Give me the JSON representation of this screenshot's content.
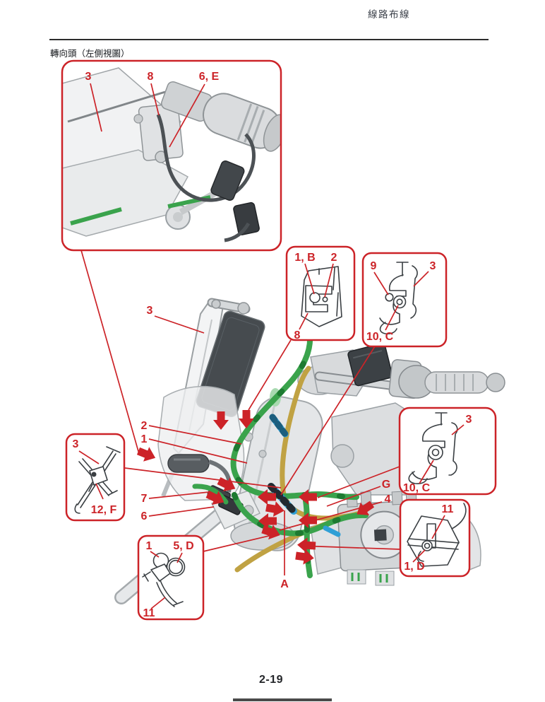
{
  "page": {
    "header_title": "線路布線",
    "section_title": "轉向頭（左側視圖）",
    "page_number": "2-19"
  },
  "colors": {
    "callout_red": "#cc2328",
    "cable_green": "#3aa34c",
    "cable_yellow": "#c0a243",
    "cable_blue": "#2f9fd6"
  },
  "callouts": {
    "top_detail": {
      "part_3": "3",
      "part_8": "8",
      "part_6e": "6, E"
    },
    "clamp_detail": {
      "part_1b": "1, B",
      "part_2": "2",
      "part_8": "8"
    },
    "hook_detail_upper": {
      "part_9": "9",
      "part_3": "3",
      "part_10c": "10, C"
    },
    "stay_detail": {
      "part_3": "3",
      "part_12f": "12, F"
    },
    "hook_detail_right": {
      "part_3": "3",
      "part_10c": "10, C"
    },
    "guide_detail": {
      "part_1": "1",
      "part_5d": "5, D",
      "part_11": "11"
    },
    "holder_detail": {
      "part_11": "11",
      "part_1d": "1, D"
    }
  },
  "labels": {
    "stay_3": "3",
    "lead_2": "2",
    "lead_1": "1",
    "connector_7": "7",
    "connector_6": "6",
    "point_g": "G",
    "lead_4": "4",
    "point_a": "A"
  }
}
